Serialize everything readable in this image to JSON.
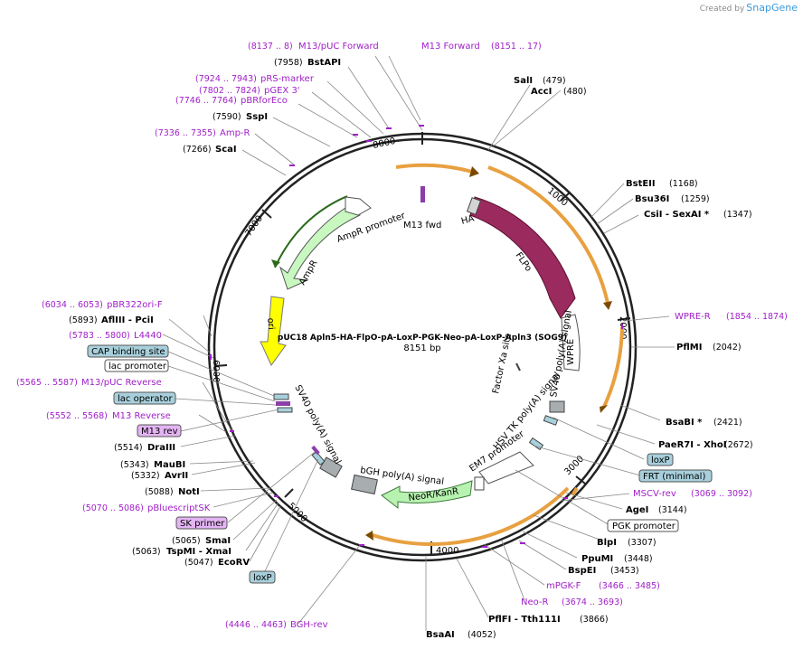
{
  "brand": {
    "created_by": "Created by",
    "app": "SnapGene"
  },
  "plasmid": {
    "name": "pUC18 Apln5-HA-FlpO-pA-LoxP-PGK-Neo-pA-LoxP-Apln3 (SOG9)",
    "size": "8151 bp"
  },
  "ticks": [
    "1000",
    "2000",
    "3000",
    "4000",
    "5000",
    "6000",
    "7000",
    "8000"
  ],
  "features": {
    "m13fwd": "M13 fwd",
    "ha": "HA",
    "flpo": "FLPo",
    "factorxa": "Factor Xa site",
    "sv40_right": "SV40 poly(A) signal",
    "wpre": "WPRE",
    "hsv": "HSV TK poly(A) signal",
    "em7": "EM7 promoter",
    "neo": "NeoR/KanR",
    "bgh": "bGH poly(A) signal",
    "sv40_left": "SV40 poly(A) signal",
    "ori": "ori",
    "ampr": "AmpR",
    "amprp": "AmpR promoter"
  },
  "labels": {
    "m13puc_fwd": {
      "text": "M13/pUC Forward",
      "coord": "(8137 .. 8)"
    },
    "m13_fwd": {
      "text": "M13 Forward",
      "coord": "(8151 .. 17)"
    },
    "bstapi": {
      "text": "BstAPI",
      "coord": "(7958)"
    },
    "prs": {
      "text": "pRS-marker",
      "coord": "(7924 .. 7943)"
    },
    "pgex": {
      "text": "pGEX 3'",
      "coord": "(7802 .. 7824)"
    },
    "pbrfor": {
      "text": "pBRforEco",
      "coord": "(7746 .. 7764)"
    },
    "sspi": {
      "text": "SspI",
      "coord": "(7590)"
    },
    "ampr_p": {
      "text": "Amp-R",
      "coord": "(7336 .. 7355)"
    },
    "scai": {
      "text": "ScaI",
      "coord": "(7266)"
    },
    "sali": {
      "text": "SalI",
      "coord": "(479)"
    },
    "acci": {
      "text": "AccI",
      "coord": "(480)"
    },
    "bsteii": {
      "text": "BstEII",
      "coord": "(1168)"
    },
    "bsu36i": {
      "text": "Bsu36I",
      "coord": "(1259)"
    },
    "csii": {
      "text": "CsiI - SexAI *",
      "coord": "(1347)"
    },
    "wpre_r": {
      "text": "WPRE-R",
      "coord": "(1854 .. 1874)"
    },
    "pflmi": {
      "text": "PflMI",
      "coord": "(2042)"
    },
    "bsabi": {
      "text": "BsaBI *",
      "coord": "(2421)"
    },
    "paer7i": {
      "text": "PaeR7I - XhoI",
      "coord": "(2672)"
    },
    "loxp1": {
      "text": "loxP"
    },
    "frt": {
      "text": "FRT (minimal)"
    },
    "mscv": {
      "text": "MSCV-rev",
      "coord": "(3069 .. 3092)"
    },
    "agei": {
      "text": "AgeI",
      "coord": "(3144)"
    },
    "pgk": {
      "text": "PGK promoter"
    },
    "blpi": {
      "text": "BlpI",
      "coord": "(3307)"
    },
    "ppumi": {
      "text": "PpuMI",
      "coord": "(3448)"
    },
    "bspei": {
      "text": "BspEI",
      "coord": "(3453)"
    },
    "mpgk": {
      "text": "mPGK-F",
      "coord": "(3466 .. 3485)"
    },
    "neor": {
      "text": "Neo-R",
      "coord": "(3674 .. 3693)"
    },
    "pflfi": {
      "text": "PflFI - Tth111I",
      "coord": "(3866)"
    },
    "bsaai": {
      "text": "BsaAI",
      "coord": "(4052)"
    },
    "bghrev": {
      "text": "BGH-rev",
      "coord": "(4446 .. 4463)"
    },
    "pbr322": {
      "text": "pBR322ori-F",
      "coord": "(6034 .. 6053)"
    },
    "aflIII": {
      "text": "AflIII - PciI",
      "coord": "(5893)"
    },
    "l4440": {
      "text": "L4440",
      "coord": "(5783 .. 5800)"
    },
    "cap": {
      "text": "CAP binding site"
    },
    "lacp": {
      "text": "lac promoter"
    },
    "m13puc_rev": {
      "text": "M13/pUC Reverse",
      "coord": "(5565 .. 5587)"
    },
    "laco": {
      "text": "lac operator"
    },
    "m13rev_p": {
      "text": "M13 Reverse",
      "coord": "(5552 .. 5568)"
    },
    "m13rev": {
      "text": "M13 rev"
    },
    "draiii": {
      "text": "DraIII",
      "coord": "(5514)"
    },
    "maubi": {
      "text": "MauBI",
      "coord": "(5343)"
    },
    "avrii": {
      "text": "AvrII",
      "coord": "(5332)"
    },
    "noti": {
      "text": "NotI",
      "coord": "(5088)"
    },
    "pbluescript": {
      "text": "pBluescriptSK",
      "coord": "(5070 .. 5086)"
    },
    "skprimer": {
      "text": "SK primer"
    },
    "smai": {
      "text": "SmaI",
      "coord": "(5065)"
    },
    "tspmi": {
      "text": "TspMI - XmaI",
      "coord": "(5063)"
    },
    "ecorv": {
      "text": "EcoRV",
      "coord": "(5047)"
    },
    "loxp2": {
      "text": "loxP"
    }
  },
  "colors": {
    "primer": "#a020c8",
    "feature_blue": "#a8d0dc",
    "feature_purple": "#e4b4f4",
    "flpo": "#9b2a5e",
    "neo": "#b8f2b0",
    "ori": "#ffff00",
    "orf": "#f4b040"
  }
}
